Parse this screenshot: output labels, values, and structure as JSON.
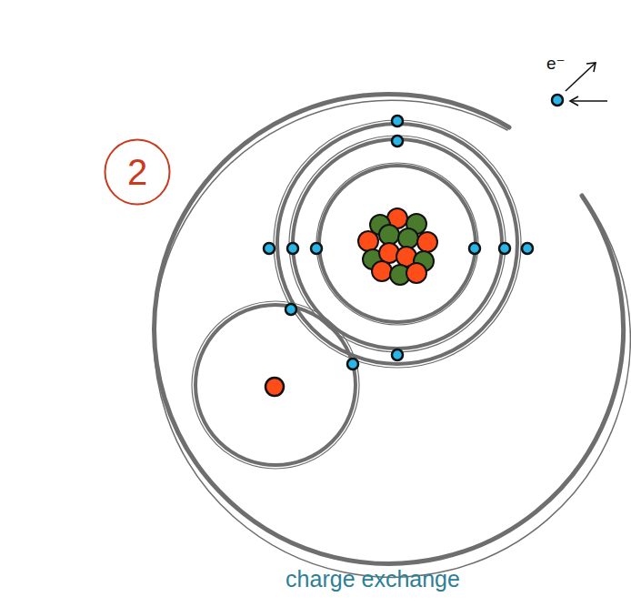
{
  "diagram": {
    "caption": "charge exchange",
    "nodes": [
      {
        "text": [
          "2"
        ]
      }
    ],
    "labels": [
      "e⁻"
    ]
  }
}
